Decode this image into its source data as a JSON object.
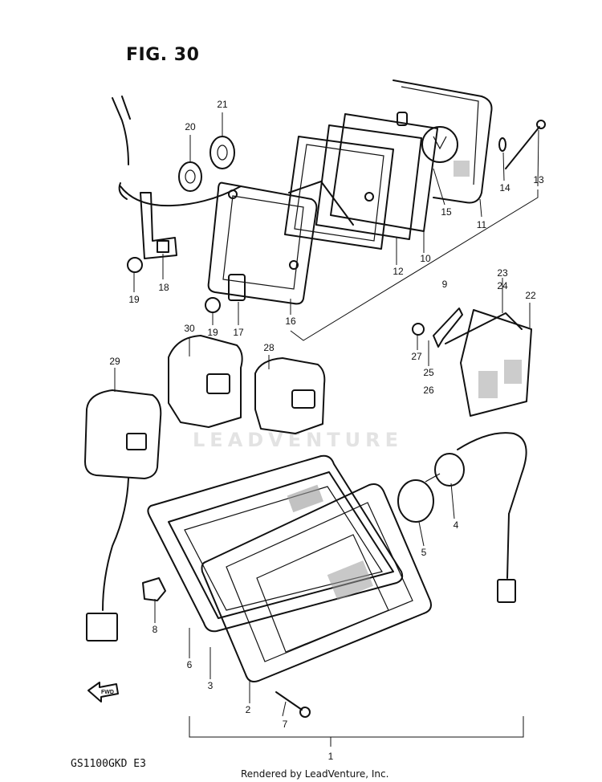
{
  "figure": {
    "title": "FIG. 30",
    "model_code": "GS1100GKD E3",
    "footer": "Rendered by LeadVenture, Inc.",
    "watermark": "LEADVENTURE",
    "direction_marker": "FWD"
  },
  "callouts": {
    "c1": "1",
    "c2": "2",
    "c3": "3",
    "c4": "4",
    "c5": "5",
    "c6": "6",
    "c7": "7",
    "c8": "8",
    "c9": "9",
    "c10": "10",
    "c11": "11",
    "c12": "12",
    "c13": "13",
    "c14": "14",
    "c15": "15",
    "c16": "16",
    "c17": "17",
    "c18": "18",
    "c19a": "19",
    "c19b": "19",
    "c20": "20",
    "c21": "21",
    "c22": "22",
    "c23": "23",
    "c24": "24",
    "c25": "25",
    "c26": "26",
    "c27": "27",
    "c28": "28",
    "c29": "29",
    "c30": "30"
  }
}
